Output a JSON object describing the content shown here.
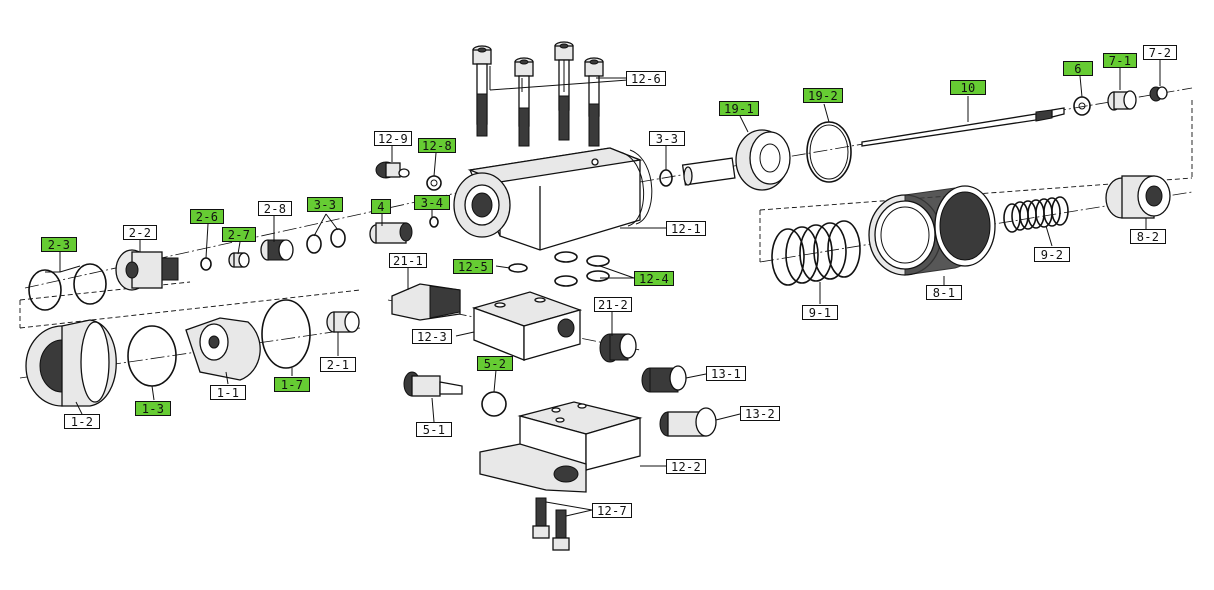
{
  "highlight_color": "#66cc33",
  "labels": {
    "l_12_6": {
      "text": "12-6",
      "hl": false
    },
    "l_12_9": {
      "text": "12-9",
      "hl": false
    },
    "l_12_8": {
      "text": "12-8",
      "hl": true
    },
    "l_3_3a": {
      "text": "3-3",
      "hl": false
    },
    "l_19_1": {
      "text": "19-1",
      "hl": true
    },
    "l_19_2": {
      "text": "19-2",
      "hl": true
    },
    "l_10": {
      "text": "10",
      "hl": true
    },
    "l_6": {
      "text": "6",
      "hl": true
    },
    "l_7_1": {
      "text": "7-1",
      "hl": true
    },
    "l_7_2": {
      "text": "7-2",
      "hl": false
    },
    "l_2_8": {
      "text": "2-8",
      "hl": false
    },
    "l_3_3b": {
      "text": "3-3",
      "hl": true
    },
    "l_4": {
      "text": "4",
      "hl": true
    },
    "l_3_4": {
      "text": "3-4",
      "hl": true
    },
    "l_2_6": {
      "text": "2-6",
      "hl": true
    },
    "l_2_2": {
      "text": "2-2",
      "hl": false
    },
    "l_2_7": {
      "text": "2-7",
      "hl": true
    },
    "l_2_3": {
      "text": "2-3",
      "hl": true
    },
    "l_12_1": {
      "text": "12-1",
      "hl": false
    },
    "l_8_2": {
      "text": "8-2",
      "hl": false
    },
    "l_9_2": {
      "text": "9-2",
      "hl": false
    },
    "l_21_1": {
      "text": "21-1",
      "hl": false
    },
    "l_12_5": {
      "text": "12-5",
      "hl": true
    },
    "l_12_4": {
      "text": "12-4",
      "hl": true
    },
    "l_8_1": {
      "text": "8-1",
      "hl": false
    },
    "l_9_1": {
      "text": "9-1",
      "hl": false
    },
    "l_21_2": {
      "text": "21-2",
      "hl": false
    },
    "l_12_3": {
      "text": "12-3",
      "hl": false
    },
    "l_2_1": {
      "text": "2-1",
      "hl": false
    },
    "l_1_1": {
      "text": "1-1",
      "hl": false
    },
    "l_1_7": {
      "text": "1-7",
      "hl": true
    },
    "l_1_3": {
      "text": "1-3",
      "hl": true
    },
    "l_1_2": {
      "text": "1-2",
      "hl": false
    },
    "l_5_2": {
      "text": "5-2",
      "hl": true
    },
    "l_13_1": {
      "text": "13-1",
      "hl": false
    },
    "l_13_2": {
      "text": "13-2",
      "hl": false
    },
    "l_5_1": {
      "text": "5-1",
      "hl": false
    },
    "l_12_2": {
      "text": "12-2",
      "hl": false
    },
    "l_12_7": {
      "text": "12-7",
      "hl": false
    }
  }
}
